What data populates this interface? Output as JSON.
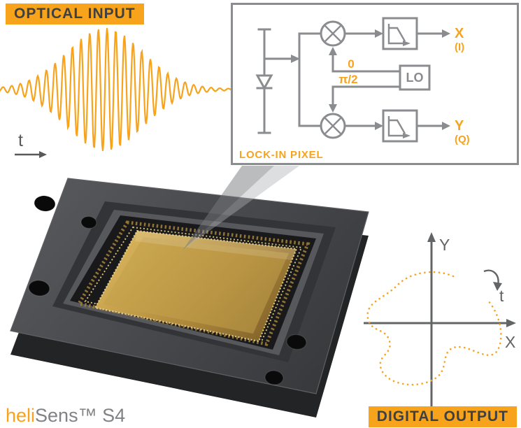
{
  "colors": {
    "orange": "#F7A31C",
    "label_text": "#3F4042",
    "dark_gray": "#58595B",
    "circuit_gray": "#8A8C8F",
    "axis_gray": "#636466",
    "brand_gray": "#808285"
  },
  "optical_input": {
    "label": "OPTICAL INPUT",
    "time_label": "t"
  },
  "lock_in_pixel": {
    "title": "LOCK-IN PIXEL",
    "lo_label": "LO",
    "phase_top": "0",
    "phase_bottom": "π/2",
    "output_top": {
      "main": "X",
      "sub": "(I)"
    },
    "output_bottom": {
      "main": "Y",
      "sub": "(Q)"
    }
  },
  "digital_output": {
    "label": "DIGITAL OUTPUT",
    "x_axis": "X",
    "y_axis": "Y",
    "time_label": "t"
  },
  "brand": {
    "prefix": "heli",
    "suffix": "Sens™ S4"
  }
}
